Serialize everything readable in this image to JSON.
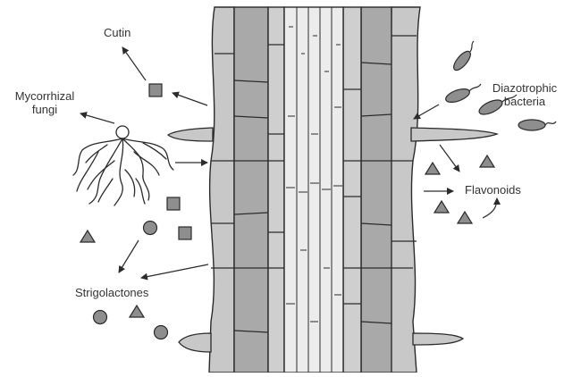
{
  "colors": {
    "cell_outline": "#2b2b2b",
    "outer_cell": "#c8c8c8",
    "mid_cell": "#a9a9a9",
    "inner_cell": "#d9d9d9",
    "core_cell": "#ececec",
    "shape_fill": "#8e8e8e",
    "text": "#333333"
  },
  "labels": {
    "cutin": "Cutin",
    "mycorrhizal_line1": "Mycorrhizal",
    "mycorrhizal_line2": "fungi",
    "diazotrophic_line1": "Diazotrophic",
    "diazotrophic_line2": "bacteria",
    "flavonoids": "Flavonoids",
    "strigolactones": "Strigolactones"
  },
  "icons": [
    "square-cutin-icon",
    "triangle-flavonoid-icon",
    "circle-strigolactone-icon",
    "bacterium-icon",
    "fungal-hyphae-icon",
    "arrow-icon"
  ]
}
